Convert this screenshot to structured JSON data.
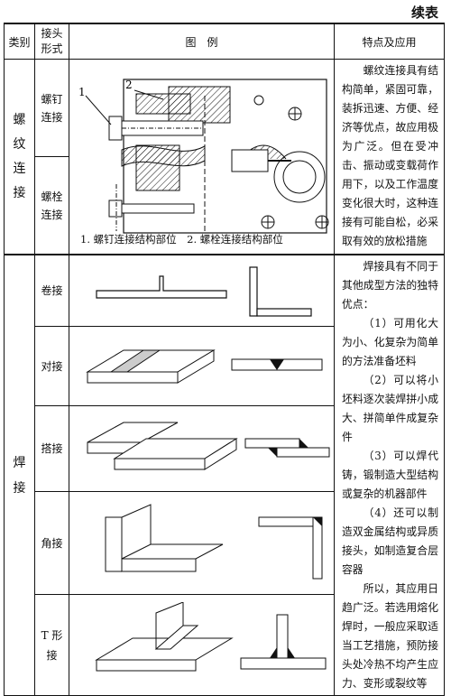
{
  "continued_label": "续表",
  "headers": {
    "category": "类别",
    "joint_form": "接头\n形式",
    "figure": "图　例",
    "features": "特点及应用"
  },
  "threaded": {
    "category": "螺\n纹\n连\n接",
    "forms": [
      "螺钉\n连接",
      "螺栓\n连接"
    ],
    "callouts": [
      "1",
      "2"
    ],
    "caption": "1. 螺钉连接结构部位　2. 螺栓连接结构部位",
    "features": "螺纹连接具有结构简单，紧固可靠，装拆迅速、方便、经济等优点，故应用极为广泛。但在受冲击、振动或变载荷作用下，以及工作温度变化很大时，这种连接有可能自松，必采取有效的放松措施"
  },
  "welded": {
    "category": "焊\n接",
    "forms": [
      "卷接",
      "对接",
      "搭接",
      "角接",
      "T 形\n接"
    ],
    "features": [
      "焊接具有不同于其他成型方法的独特优点：",
      "（1）可用化大为小、化复杂为简单的方法准备坯料",
      "（2）可以将小坯料逐次装焊拼小成大、拼简单件成复杂件",
      "（3）可以焊代铸，锻制造大型结构或复杂的机器部件",
      "（4）还可以制造双金属结构或异质接头，如制造复合层容器",
      "所以，其应用日趋广泛。若选用熔化焊时，一般应采取适当工艺措施，预防接头处冷热不均产生应力、变形或裂纹等"
    ]
  }
}
